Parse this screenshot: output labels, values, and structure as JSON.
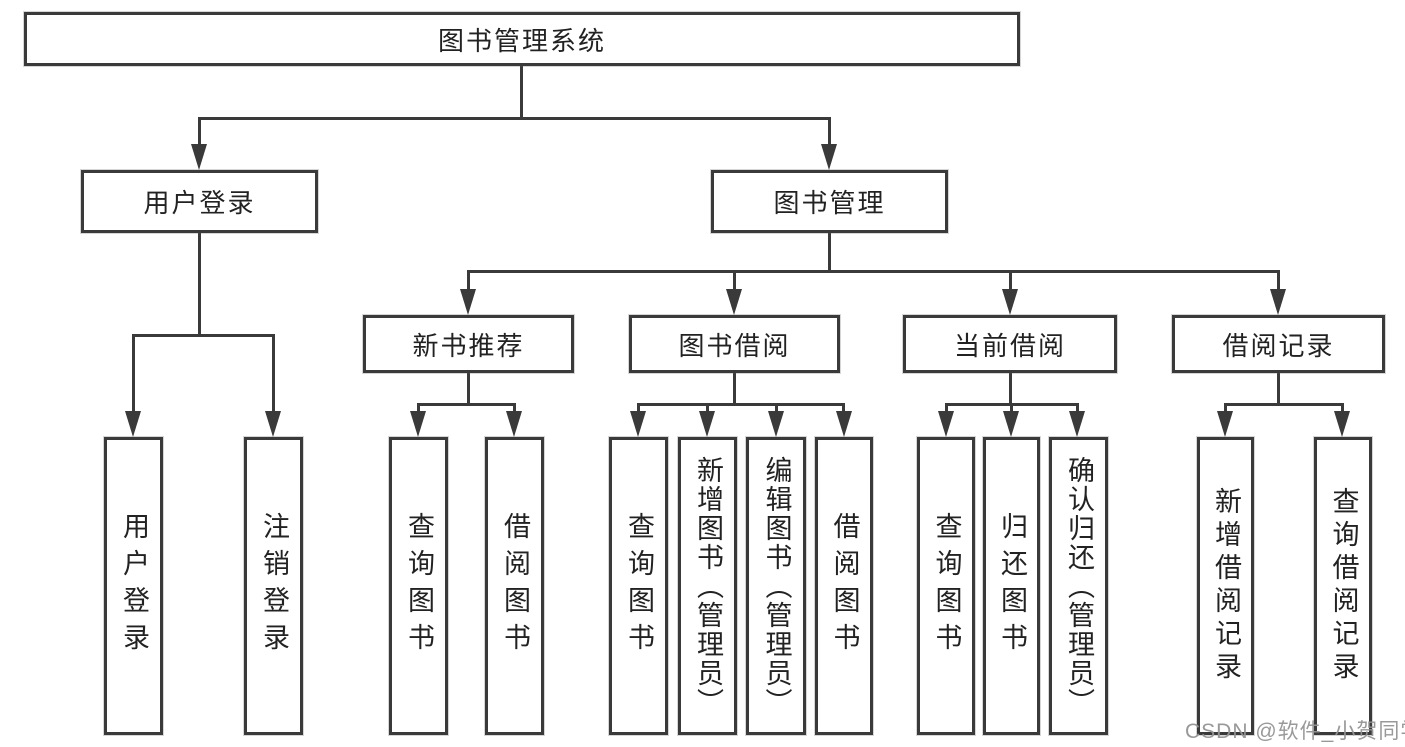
{
  "colors": {
    "line": "#3a3a3a",
    "text": "#222222",
    "background": "#ffffff",
    "watermark": "#949494"
  },
  "watermark": "CSDN @软件_小贺同学",
  "tree": {
    "root": "图书管理系统",
    "branches": [
      {
        "label": "用户登录",
        "children": [
          "用户登录",
          "注销登录"
        ]
      },
      {
        "label": "图书管理",
        "children": [
          {
            "label": "新书推荐",
            "children": [
              "查询图书",
              "借阅图书"
            ]
          },
          {
            "label": "图书借阅",
            "children": [
              "查询图书",
              "新增图书（管理员）",
              "编辑图书（管理员）",
              "借阅图书"
            ]
          },
          {
            "label": "当前借阅",
            "children": [
              "查询图书",
              "归还图书",
              "确认归还（管理员）"
            ]
          },
          {
            "label": "借阅记录",
            "children": [
              "新增借阅记录",
              "查询借阅记录"
            ]
          }
        ]
      }
    ]
  }
}
